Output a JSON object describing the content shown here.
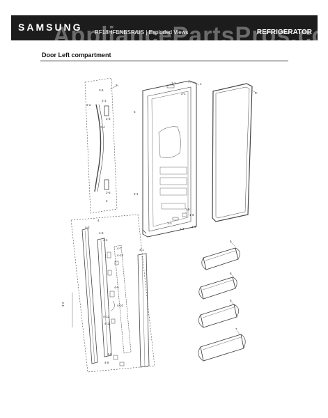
{
  "header": {
    "brand": "SAMSUNG",
    "model_line": "RF18HFENBSR/US | Exploded Views",
    "category": "REFRIGERATOR",
    "watermark": "AppliancePartsPros.com"
  },
  "section": {
    "title": "Door Left compartment"
  },
  "callouts": {
    "handle_group": [
      "2",
      "2-5",
      "2-1",
      "2-2",
      "2-3",
      "2-4",
      "2-6",
      "2"
    ],
    "door": [
      "1-1",
      "1",
      "3",
      "5",
      "2-1",
      "2-1",
      "1-5",
      "1-3",
      "1-4",
      "1-3",
      "1-6"
    ],
    "frame_group": [
      "4",
      "4-3",
      "4-5",
      "4-4",
      "4-7",
      "4-15",
      "4-1",
      "4-6",
      "4-10",
      "4-12",
      "4-11",
      "4-8",
      "4-9",
      "4-2"
    ],
    "bins": [
      "6",
      "6",
      "6",
      "7"
    ]
  },
  "colors": {
    "header_bg": "#1c1c1c",
    "line": "#444444",
    "shelf_line": "#555555"
  }
}
